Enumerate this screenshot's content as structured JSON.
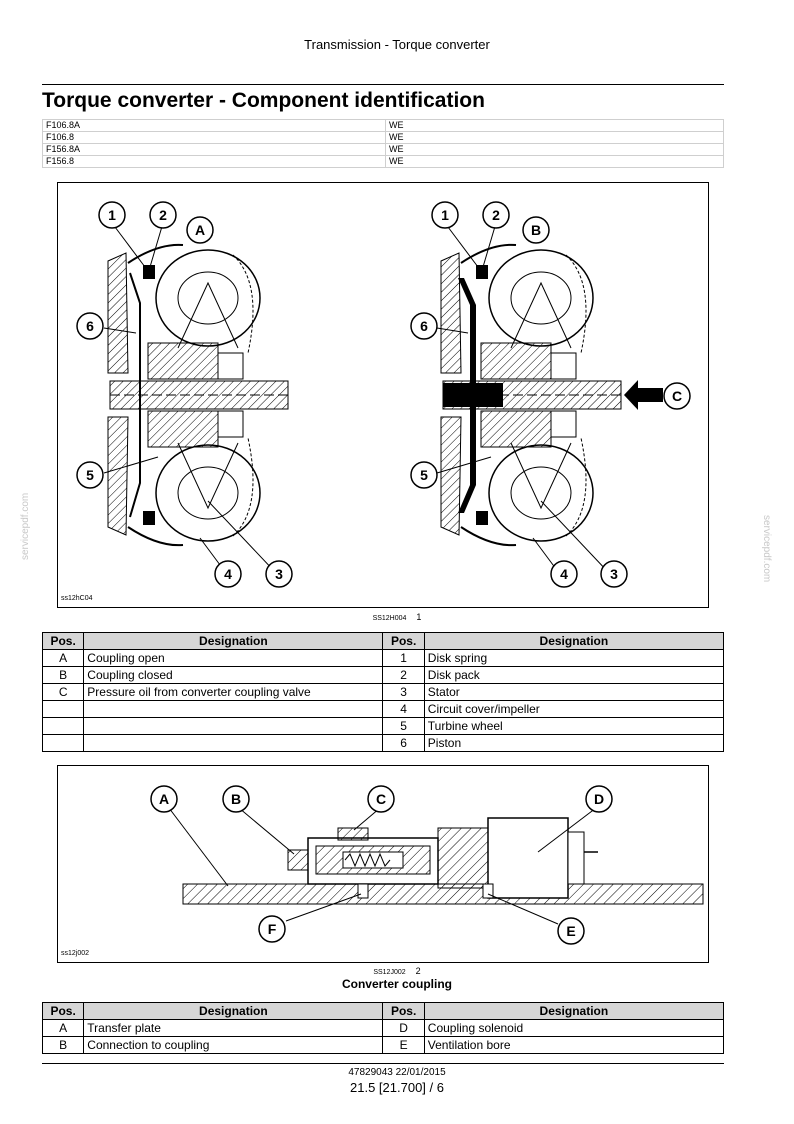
{
  "header": {
    "running_title": "Transmission - Torque converter"
  },
  "title": "Torque converter - Component identification",
  "models": [
    {
      "model": "F106.8A",
      "code": "WE"
    },
    {
      "model": "F106.8",
      "code": "WE"
    },
    {
      "model": "F156.8A",
      "code": "WE"
    },
    {
      "model": "F156.8",
      "code": "WE"
    }
  ],
  "figure1": {
    "id_label": "ss12hC04",
    "caption_code": "SS12H004",
    "caption_num": "1",
    "callouts_left": {
      "c1": "1",
      "c2": "2",
      "cA": "A",
      "c6": "6",
      "c5": "5",
      "c4": "4",
      "c3": "3"
    },
    "callouts_right": {
      "c1": "1",
      "c2": "2",
      "cB": "B",
      "c6": "6",
      "c5": "5",
      "c4": "4",
      "c3": "3",
      "cC": "C"
    }
  },
  "table1": {
    "headers": {
      "pos": "Pos.",
      "designation": "Designation"
    },
    "rows": [
      {
        "lpos": "A",
        "ldes": "Coupling open",
        "rpos": "1",
        "rdes": "Disk spring"
      },
      {
        "lpos": "B",
        "ldes": "Coupling closed",
        "rpos": "2",
        "rdes": "Disk pack"
      },
      {
        "lpos": "C",
        "ldes": "Pressure oil from converter coupling valve",
        "rpos": "3",
        "rdes": "Stator"
      },
      {
        "lpos": "",
        "ldes": "",
        "rpos": "4",
        "rdes": "Circuit cover/impeller"
      },
      {
        "lpos": "",
        "ldes": "",
        "rpos": "5",
        "rdes": "Turbine wheel"
      },
      {
        "lpos": "",
        "ldes": "",
        "rpos": "6",
        "rdes": "Piston"
      }
    ]
  },
  "figure2": {
    "id_label": "ss12j002",
    "caption_code": "SS12J002",
    "caption_num": "2",
    "caption_title": "Converter coupling",
    "callouts": {
      "A": "A",
      "B": "B",
      "C": "C",
      "D": "D",
      "E": "E",
      "F": "F"
    }
  },
  "table2": {
    "headers": {
      "pos": "Pos.",
      "designation": "Designation"
    },
    "rows": [
      {
        "lpos": "A",
        "ldes": "Transfer plate",
        "rpos": "D",
        "rdes": "Coupling solenoid"
      },
      {
        "lpos": "B",
        "ldes": "Connection to coupling",
        "rpos": "E",
        "rdes": "Ventilation bore"
      }
    ]
  },
  "footer": {
    "doc": "47829043 22/01/2015",
    "page": "21.5 [21.700] / 6"
  },
  "watermark": "servicepdf.com"
}
